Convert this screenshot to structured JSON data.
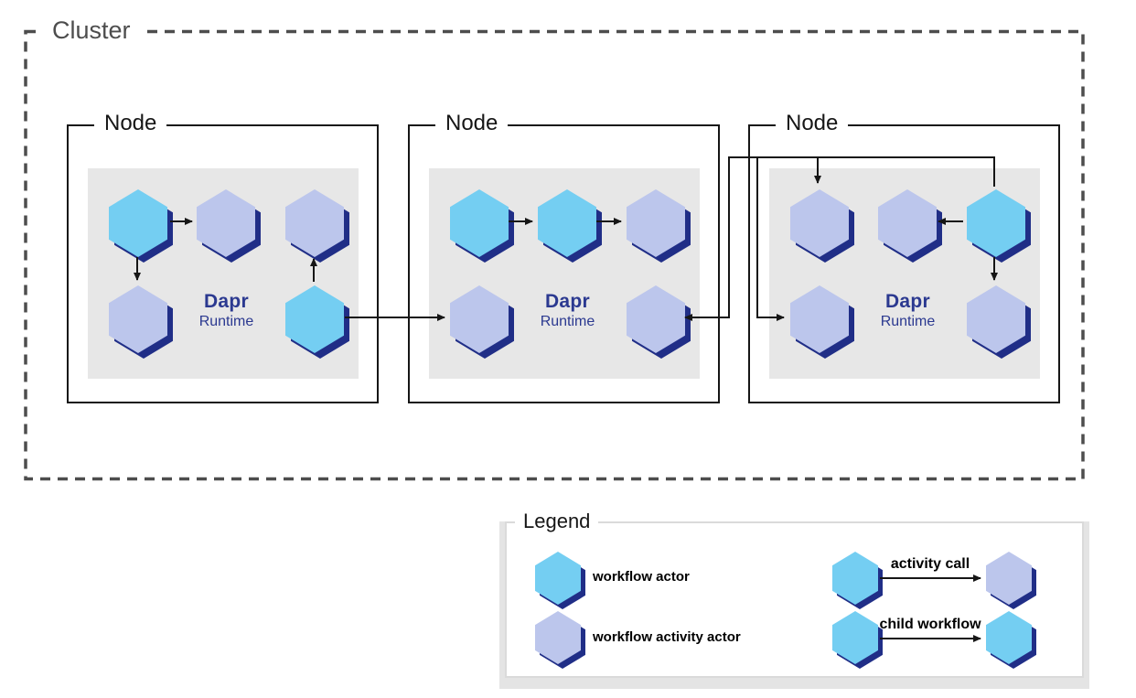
{
  "cluster": {
    "label": "Cluster"
  },
  "nodes": [
    {
      "label": "Node",
      "runtime": {
        "title": "Dapr",
        "subtitle": "Runtime"
      },
      "hexagons": {
        "top_left": "workflow-actor",
        "top_middle": "workflow-activity-actor",
        "top_right": "workflow-activity-actor",
        "bottom_left": "workflow-activity-actor",
        "bottom_right": "workflow-actor"
      }
    },
    {
      "label": "Node",
      "runtime": {
        "title": "Dapr",
        "subtitle": "Runtime"
      },
      "hexagons": {
        "top_left": "workflow-actor",
        "top_middle": "workflow-actor",
        "top_right": "workflow-activity-actor",
        "bottom_left": "workflow-activity-actor",
        "bottom_right": "workflow-activity-actor"
      }
    },
    {
      "label": "Node",
      "runtime": {
        "title": "Dapr",
        "subtitle": "Runtime"
      },
      "hexagons": {
        "top_left": "workflow-activity-actor",
        "top_middle": "workflow-activity-actor",
        "top_right": "workflow-actor",
        "bottom_left": "workflow-activity-actor",
        "bottom_right": "workflow-activity-actor"
      }
    }
  ],
  "connections": [
    {
      "from": "node1.top-left",
      "to": "node1.top-middle",
      "kind": "activity call"
    },
    {
      "from": "node1.top-left",
      "to": "node1.bottom-left",
      "kind": "activity call"
    },
    {
      "from": "node1.bottom-right",
      "to": "node1.top-right",
      "kind": "activity call"
    },
    {
      "from": "node1.bottom-right",
      "to": "node2.bottom-left",
      "kind": "activity call"
    },
    {
      "from": "node2.top-left",
      "to": "node2.top-middle",
      "kind": "child workflow"
    },
    {
      "from": "node2.top-middle",
      "to": "node2.top-right",
      "kind": "activity call"
    },
    {
      "from": "node3.top-right",
      "to": "node3.top-middle",
      "kind": "activity call"
    },
    {
      "from": "node3.top-right",
      "to": "node3.bottom-right",
      "kind": "activity call"
    },
    {
      "from": "node3.top-right",
      "to": "node3.top-left",
      "kind": "activity call"
    },
    {
      "from": "node3.top-right",
      "to": "node3.bottom-left",
      "kind": "activity call"
    },
    {
      "from": "node3.top-right",
      "to": "node2.bottom-right",
      "kind": "activity call"
    }
  ],
  "legend": {
    "title": "Legend",
    "items": [
      {
        "type": "workflow-actor",
        "label": "workflow actor"
      },
      {
        "type": "workflow-activity-actor",
        "label": "workflow activity actor"
      }
    ],
    "relations": [
      {
        "label": "activity call",
        "from": "workflow-actor",
        "to": "workflow-activity-actor"
      },
      {
        "label": "child workflow",
        "from": "workflow-actor",
        "to": "workflow-actor"
      }
    ]
  },
  "colors": {
    "workflow_actor": "#74cef2",
    "workflow_activity_actor": "#bcc6ec",
    "hex_shadow": "#202e87",
    "runtime_text": "#2b3990",
    "node_panel": "#e7e7e7",
    "cluster_border": "#4d4d4d",
    "node_border": "#161616",
    "arrow": "#161616"
  }
}
